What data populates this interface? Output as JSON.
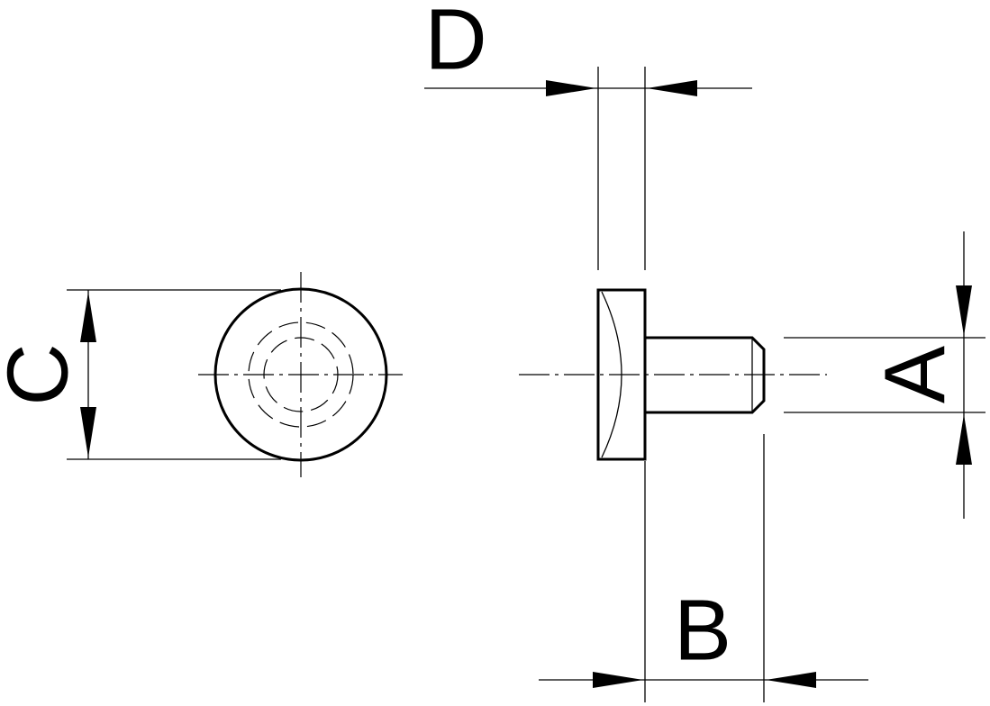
{
  "drawing": {
    "labels": {
      "a": "A",
      "b": "B",
      "c": "C",
      "d": "D"
    },
    "stroke_color": "#000000",
    "background": "#ffffff"
  }
}
